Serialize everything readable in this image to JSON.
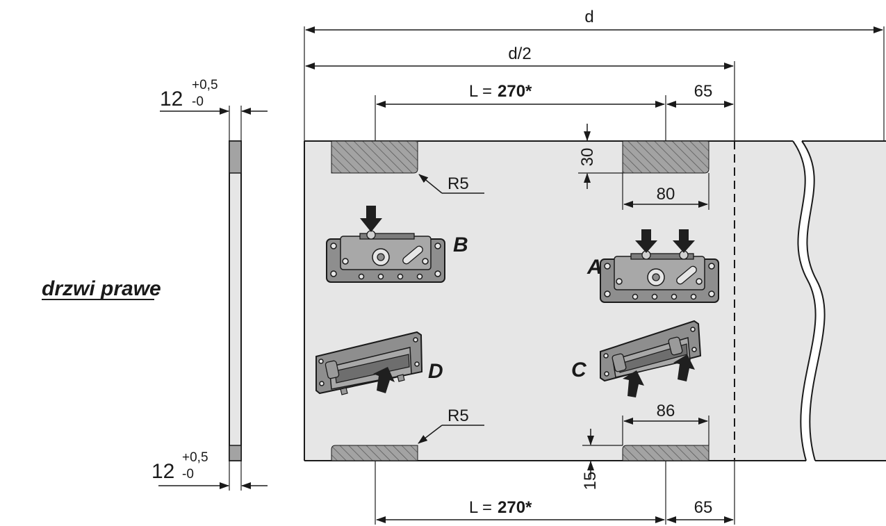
{
  "title": "drzwi prawe",
  "dimensions": {
    "total_width": "d",
    "half_width": "d/2",
    "length_prefix": "L =",
    "length_value": "270*",
    "offset_right": "65",
    "top_pocket_depth": "30",
    "top_pocket_width": "80",
    "bottom_pocket_width": "86",
    "bottom_pocket_depth": "15",
    "radius_top": "R5",
    "radius_bottom": "R5",
    "edge_thickness": "12",
    "tolerance_plus": "+0,5",
    "tolerance_minus": "-0"
  },
  "parts": {
    "a": "A",
    "b": "B",
    "c": "C",
    "d": "D"
  },
  "colors": {
    "panel": "#e6e6e6",
    "pocket": "#a3a3a3",
    "fitting": "#8e8e8e",
    "arrow": "#1f1f1f"
  }
}
